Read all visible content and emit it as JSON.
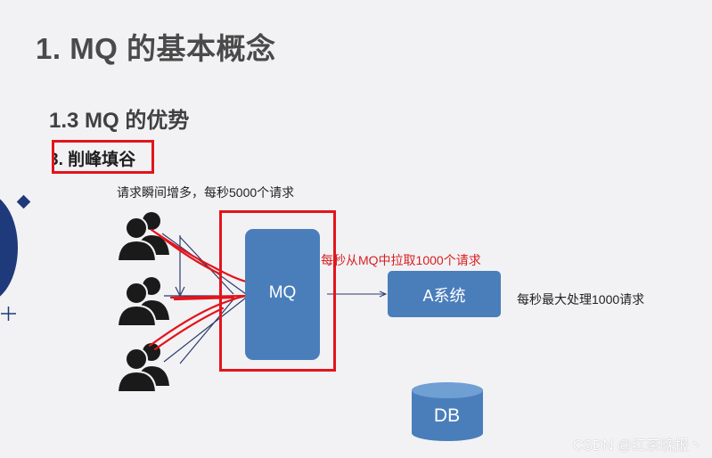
{
  "slide": {
    "title": "1. MQ 的基本概念",
    "subtitle": "1.3 MQ 的优势",
    "section_label": "3. 削峰填谷"
  },
  "diagram": {
    "requests_note": "请求瞬间增多，每秒5000个请求",
    "pull_note": "每秒从MQ中拉取1000个请求",
    "mq_label": "MQ",
    "system_label": "A系统",
    "capacity_note": "每秒最大处理1000请求",
    "db_label": "DB"
  },
  "watermark": "CSDN @红茶晚报丶",
  "icons": [
    "users-icon",
    "users-icon",
    "users-icon"
  ],
  "colors": {
    "box_blue": "#4a7ebb",
    "annotation_red": "#e3141b",
    "deco_navy": "#1f3a7a"
  }
}
